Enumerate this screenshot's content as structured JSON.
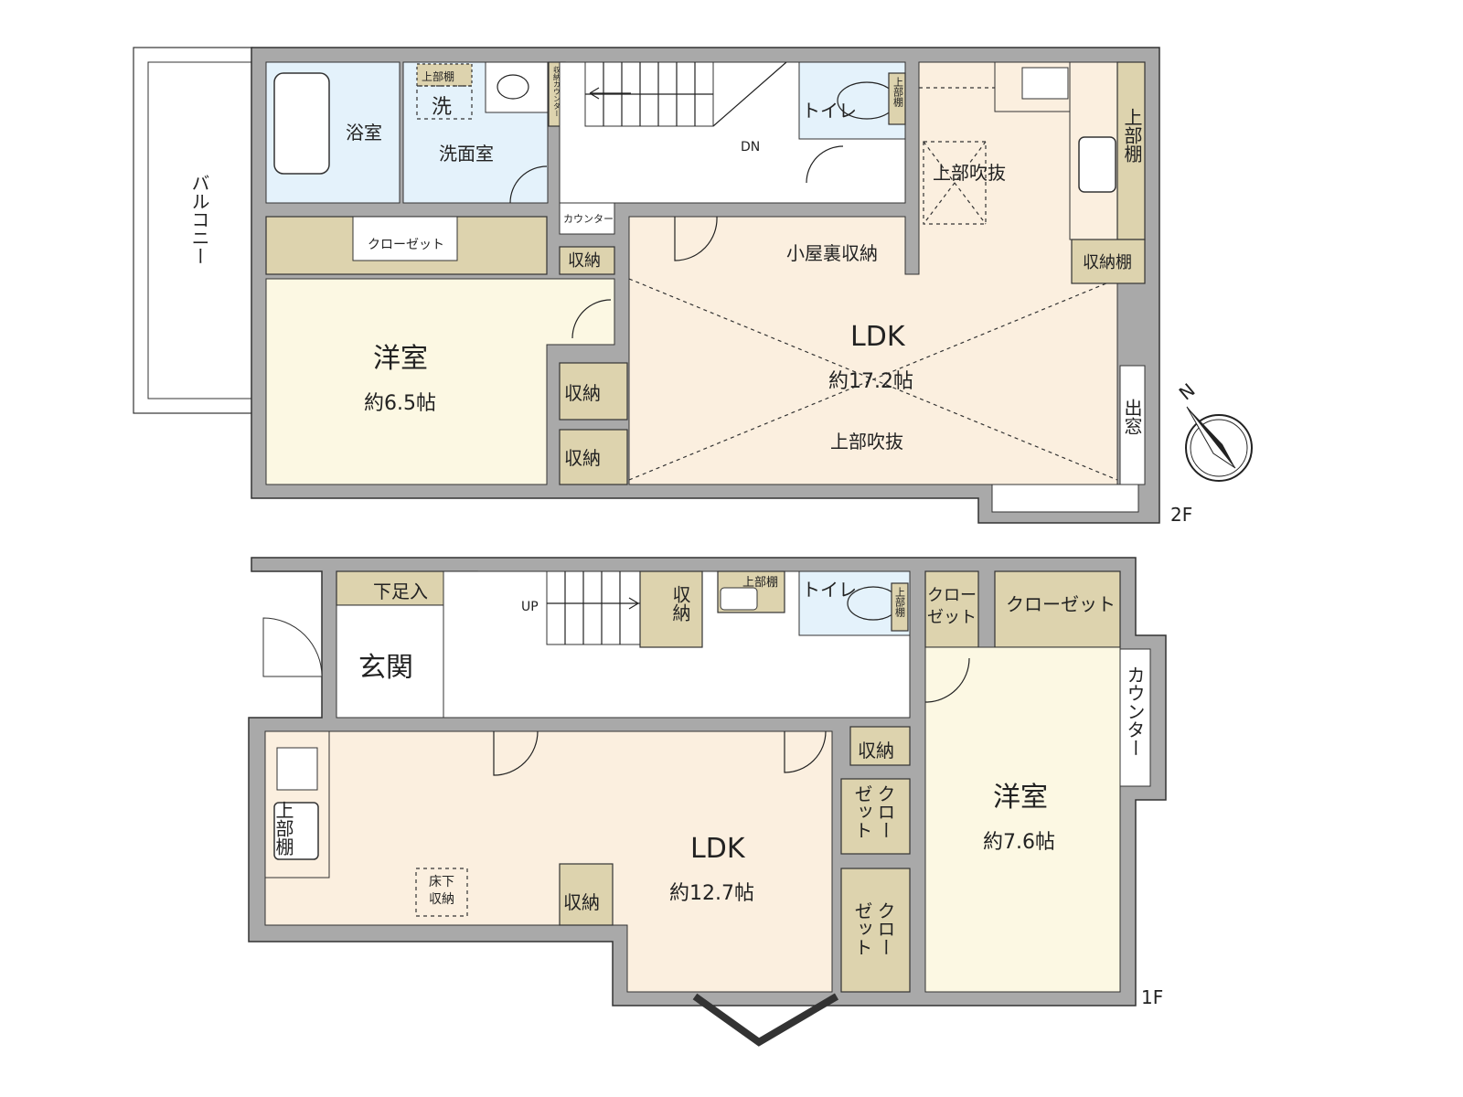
{
  "floor2": {
    "label": "2F",
    "balcony": "バルコニー",
    "bath": "浴室",
    "washroom": "洗面室",
    "washer": "洗",
    "upper_shelf_wash": "上部棚",
    "storage_counter": "収納カウンター",
    "stairs_dn": "DN",
    "toilet": "トイレ",
    "toilet_shelf": "上部棚",
    "counter": "カウンター",
    "closet": "クローゼット",
    "storage_small": "収納",
    "attic_storage": "小屋裏収納",
    "void_small": "上部吹抜",
    "kitchen_shelf": "上部棚",
    "storage_shelf": "収納棚",
    "ldk_name": "LDK",
    "ldk_size": "約17.2帖",
    "ldk_void": "上部吹抜",
    "bay_window": "出窓",
    "western_room_name": "洋室",
    "western_room_size": "約6.5帖",
    "storage_1": "収納",
    "storage_2": "収納"
  },
  "floor1": {
    "label": "1F",
    "shoe_storage": "下足入",
    "entrance": "玄関",
    "stairs_up": "UP",
    "stair_storage": "収納",
    "sink_shelf": "上部棚",
    "toilet": "トイレ",
    "toilet_shelf": "上部棚",
    "closet_small": "クローゼット",
    "closet": "クローゼット",
    "counter": "カウンター",
    "western_room_name": "洋室",
    "western_room_size": "約7.6帖",
    "hall_storage": "収納",
    "closet_a": "クローゼット",
    "closet_b": "クローゼット",
    "ldk_name": "LDK",
    "ldk_size": "約12.7帖",
    "kitchen_shelf": "上部棚",
    "underfloor_storage": "床下収納",
    "storage": "収納"
  },
  "compass": {
    "label": "N"
  },
  "colors": {
    "wall": "#a9a9a9",
    "ldk": "#fbefdf",
    "western": "#fcf8e3",
    "storage": "#ddd3ae",
    "wet": "#e4f2fb"
  }
}
